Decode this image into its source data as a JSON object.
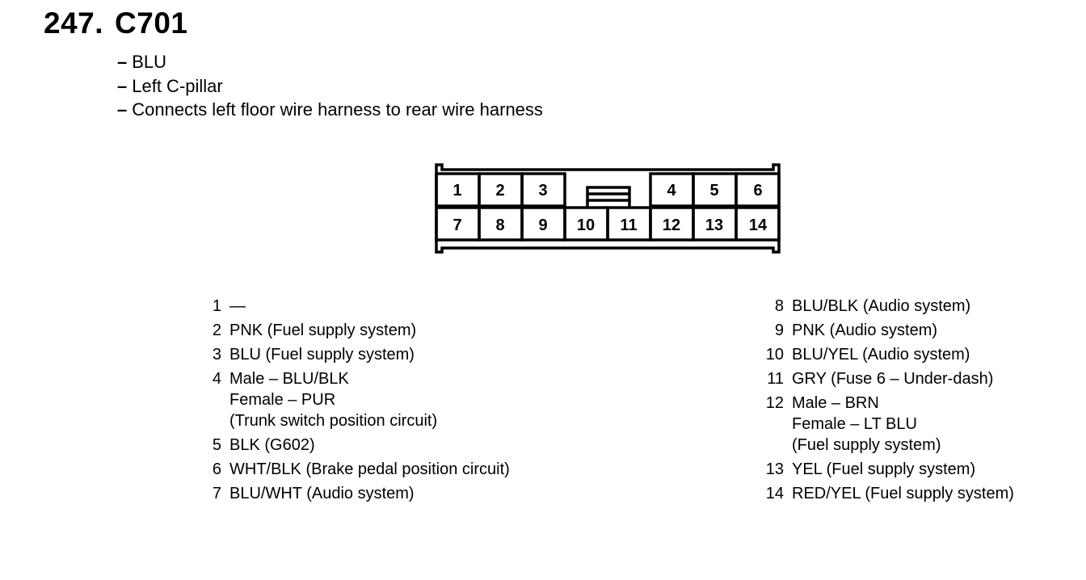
{
  "header": {
    "number": "247.",
    "name": "C701"
  },
  "attributes": [
    {
      "dash": "–",
      "text": "BLU"
    },
    {
      "dash": "–",
      "text": "Left C-pillar"
    },
    {
      "dash": "–",
      "text": "Connects left floor wire harness to rear wire harness"
    }
  ],
  "connector": {
    "top_row": [
      "1",
      "2",
      "3",
      "4",
      "5",
      "6"
    ],
    "bottom_row": [
      "7",
      "8",
      "9",
      "10",
      "11",
      "12",
      "13",
      "14"
    ]
  },
  "pins_left": [
    {
      "num": "1",
      "lines": [
        "—"
      ]
    },
    {
      "num": "2",
      "lines": [
        "PNK (Fuel supply system)"
      ]
    },
    {
      "num": "3",
      "lines": [
        "BLU (Fuel supply system)"
      ]
    },
    {
      "num": "4",
      "lines": [
        "Male – BLU/BLK",
        "Female – PUR",
        "(Trunk switch position circuit)"
      ]
    },
    {
      "num": "5",
      "lines": [
        "BLK (G602)"
      ]
    },
    {
      "num": "6",
      "lines": [
        "WHT/BLK (Brake pedal position circuit)"
      ]
    },
    {
      "num": "7",
      "lines": [
        "BLU/WHT (Audio system)"
      ]
    }
  ],
  "pins_right": [
    {
      "num": "8",
      "lines": [
        "BLU/BLK (Audio system)"
      ]
    },
    {
      "num": "9",
      "lines": [
        "PNK (Audio system)"
      ]
    },
    {
      "num": "10",
      "lines": [
        "BLU/YEL (Audio system)"
      ]
    },
    {
      "num": "11",
      "lines": [
        "GRY (Fuse 6 – Under-dash)"
      ]
    },
    {
      "num": "12",
      "lines": [
        "Male – BRN",
        "Female – LT BLU",
        "(Fuel supply system)"
      ]
    },
    {
      "num": "13",
      "lines": [
        "YEL (Fuel supply system)"
      ]
    },
    {
      "num": "14",
      "lines": [
        "RED/YEL (Fuel supply system)"
      ]
    }
  ]
}
